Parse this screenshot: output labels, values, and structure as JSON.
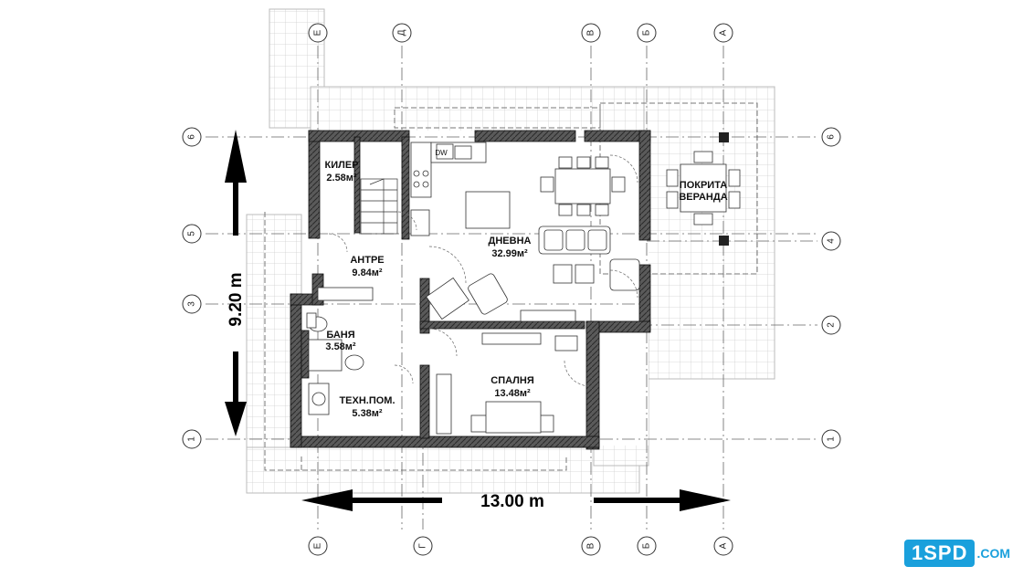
{
  "rooms": {
    "kiler": {
      "name": "КИЛЕР",
      "area": "2.58м²"
    },
    "antre": {
      "name": "АНТРЕ",
      "area": "9.84м²"
    },
    "dnevna": {
      "name": "ДНЕВНА",
      "area": "32.99м²"
    },
    "banya": {
      "name": "БАНЯ",
      "area": "3.58м²"
    },
    "spalnya": {
      "name": "СПАЛНЯ",
      "area": "13.48м²"
    },
    "tehpom": {
      "name": "ТЕХН.ПОМ.",
      "area": "5.38м²"
    },
    "veranda": {
      "name1": "ПОКРИТА",
      "name2": "ВЕРАНДА"
    }
  },
  "appliance_label": "DW",
  "dimensions": {
    "width": "13.00 m",
    "height": "9.20 m"
  },
  "axes": {
    "top": [
      "Е",
      "Д",
      "В",
      "Б",
      "А"
    ],
    "bottom": [
      "Е",
      "Г",
      "В",
      "Б",
      "А"
    ],
    "left": [
      "6",
      "5",
      "3",
      "1"
    ],
    "right": [
      "6",
      "4",
      "2",
      "1"
    ]
  },
  "logo": {
    "mark": "1SPD",
    "domain": ".COM"
  },
  "colors": {
    "wall": "#3a3a3a",
    "grid": "#c8c8c8",
    "logo": "#1aa0dc"
  }
}
